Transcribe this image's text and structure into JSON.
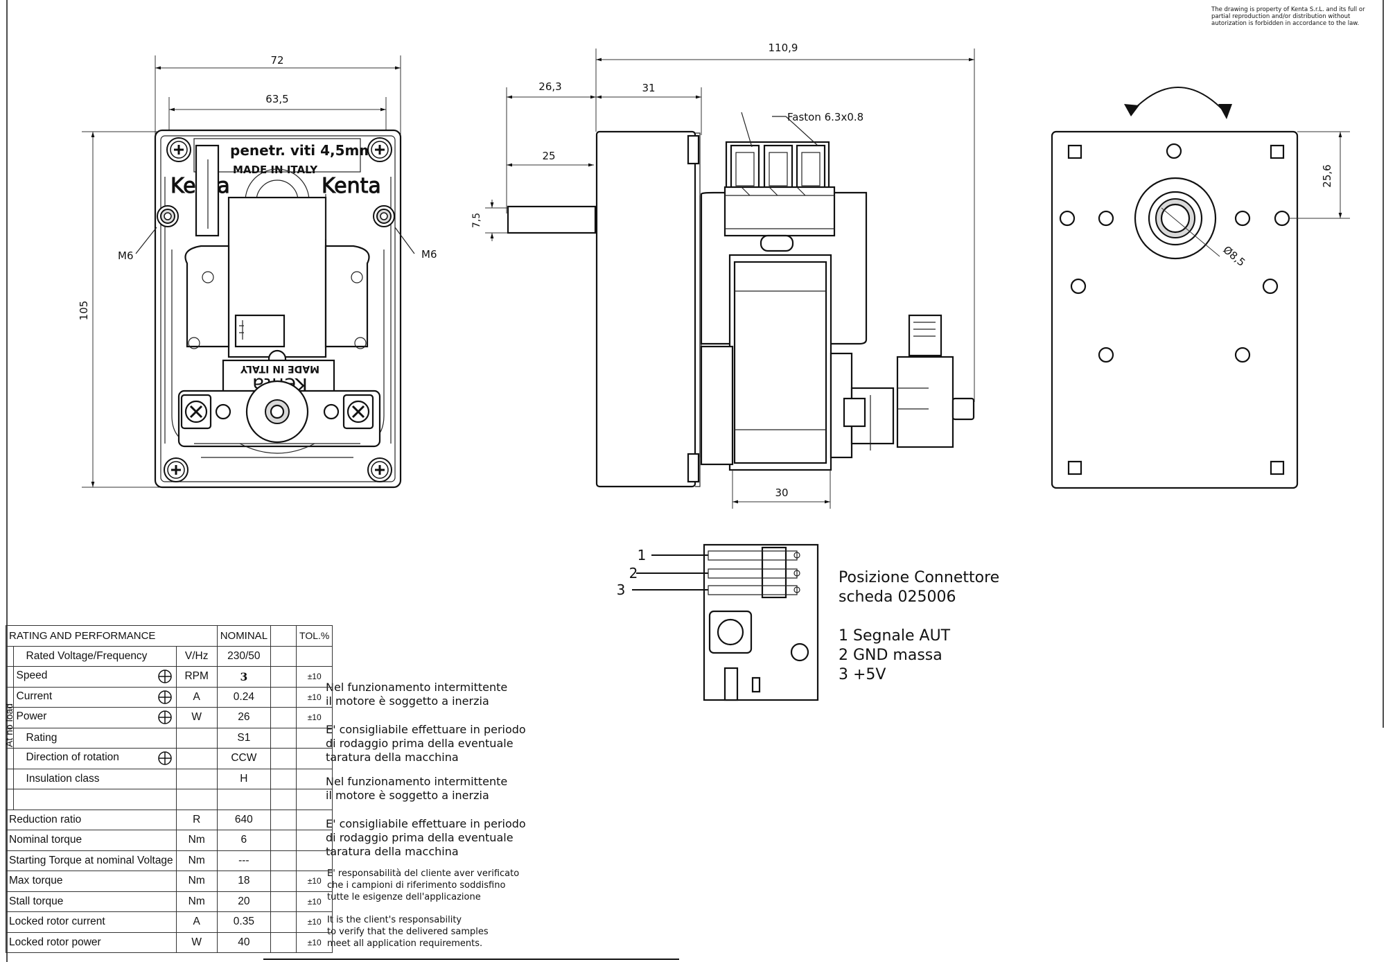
{
  "copyright": "The drawing is property of Kenta S.r.L. and its full or\npartial reproduction and/or distribution without\nautorization is forbidden in accordance to the law.",
  "front_view": {
    "dim_width_outer": "72",
    "dim_width_inner": "63,5",
    "dim_height": "105",
    "hole_left": "M6",
    "hole_right": "M6",
    "label_screw": "penetr. viti 4,5mm",
    "label_made": "MADE IN ITALY",
    "brand_left": "Kenta",
    "brand_right": "Kenta",
    "motor_brand": "Kenta",
    "motor_made": "MADE IN ITALY"
  },
  "side_view": {
    "dim_total": "110,9",
    "dim_shaft": "26,3",
    "dim_gearbox": "31",
    "dim_shaft_inner": "25",
    "dim_shaft_dia": "7,5",
    "dim_motor": "30",
    "faston": "Faston 6.3x0.8"
  },
  "rear_view": {
    "dim_offset": "25,6",
    "dim_bore": "Ø8,5"
  },
  "connector": {
    "pins": [
      "1",
      "2",
      "3"
    ],
    "title_line1": "Posizione Connettore",
    "title_line2": "scheda 025006",
    "legend": [
      "1 Segnale AUT",
      "2 GND massa",
      "3 +5V"
    ]
  },
  "notes": {
    "note1": "Nel funzionamento intermittente\nil motore è soggetto a inerzia",
    "note2": "E' consigliabile effettuare in periodo\ndi rodaggio prima della eventuale\ntaratura della macchina",
    "note3": "Nel funzionamento intermittente\nil motore è soggetto a inerzia",
    "note4": "E' consigliabile effettuare in periodo\ndi rodaggio prima della eventuale\ntaratura della macchina",
    "note5": "E' responsabilità del cliente aver verificato\nche i campioni di riferimento soddisfino\ntutte le esigenze dell'applicazione",
    "note6": "It is the client's responsability\nto verify that the delivered samples\nmeet all application requirements."
  },
  "table": {
    "header": {
      "title": "RATING AND PERFORMANCE",
      "nominal": "NOMINAL",
      "tol": "TOL.%"
    },
    "side_label": "At no load",
    "rows": [
      {
        "name": "Rated Voltage/Frequency",
        "unit": "V/Hz",
        "value": "230/50",
        "tol": ""
      },
      {
        "name": "Speed",
        "unit": "RPM",
        "value": "3",
        "tol": "±10"
      },
      {
        "name": "Current",
        "unit": "A",
        "value": "0.24",
        "tol": "±10"
      },
      {
        "name": "Power",
        "unit": "W",
        "value": "26",
        "tol": "±10"
      },
      {
        "name": "Rating",
        "unit": "",
        "value": "S1",
        "tol": ""
      },
      {
        "name": "Direction of rotation",
        "unit": "",
        "value": "CCW",
        "tol": ""
      },
      {
        "name": "Insulation class",
        "unit": "",
        "value": "H",
        "tol": ""
      },
      {
        "name": "",
        "unit": "",
        "value": "",
        "tol": ""
      },
      {
        "name": "Reduction ratio",
        "unit": "R",
        "value": "640",
        "tol": ""
      },
      {
        "name": "Nominal torque",
        "unit": "Nm",
        "value": "6",
        "tol": ""
      },
      {
        "name": "Starting Torque at nominal Voltage",
        "unit": "Nm",
        "value": "---",
        "tol": ""
      },
      {
        "name": "Max torque",
        "unit": "Nm",
        "value": "18",
        "tol": "±10"
      },
      {
        "name": "Stall torque",
        "unit": "Nm",
        "value": "20",
        "tol": "±10"
      },
      {
        "name": "Locked rotor current",
        "unit": "A",
        "value": "0.35",
        "tol": "±10"
      },
      {
        "name": "Locked rotor power",
        "unit": "W",
        "value": "40",
        "tol": "±10"
      }
    ]
  }
}
